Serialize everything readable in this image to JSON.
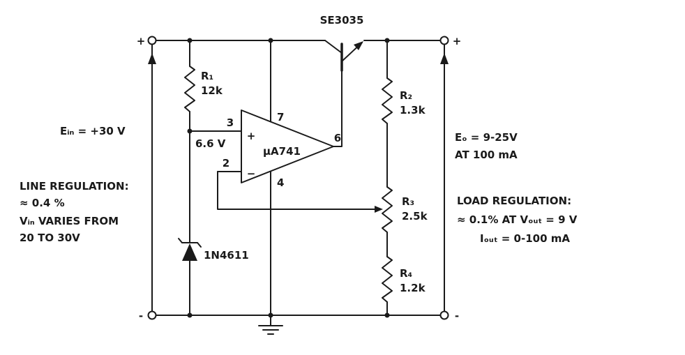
{
  "schematic": {
    "transistor_label": "SE3035",
    "opamp_label": "μA741",
    "pins": {
      "p3": "3",
      "p2": "2",
      "p7": "7",
      "p4": "4",
      "p6": "6"
    },
    "opamp_inputs": {
      "plus": "+",
      "minus": "−"
    },
    "resistors": {
      "r1": {
        "name": "R₁",
        "value": "12k"
      },
      "r2": {
        "name": "R₂",
        "value": "1.3k"
      },
      "r3": {
        "name": "R₃",
        "value": "2.5k"
      },
      "r4": {
        "name": "R₄",
        "value": "1.2k"
      }
    },
    "zener_label": "1N4611",
    "ref_voltage": "6.6 V",
    "input_label": "Eᵢₙ = +30 V",
    "line_regulation": {
      "title": "LINE REGULATION:",
      "value": "≈ 0.4 %",
      "condition1": "Vᵢₙ VARIES FROM",
      "condition2": "20 TO 30V"
    },
    "output": {
      "line1": "Eₒ = 9-25V",
      "line2": "AT 100 mA"
    },
    "load_regulation": {
      "title": "LOAD REGULATION:",
      "value": "≈ 0.1% AT Vₒᵤₜ = 9 V",
      "condition": "Iₒᵤₜ = 0-100 mA"
    },
    "terminals": {
      "top_left": "+",
      "top_right": "+",
      "bottom_left": "-",
      "bottom_right": "-"
    },
    "colors": {
      "ink": "#1a1a1a",
      "background": "#ffffff"
    }
  }
}
